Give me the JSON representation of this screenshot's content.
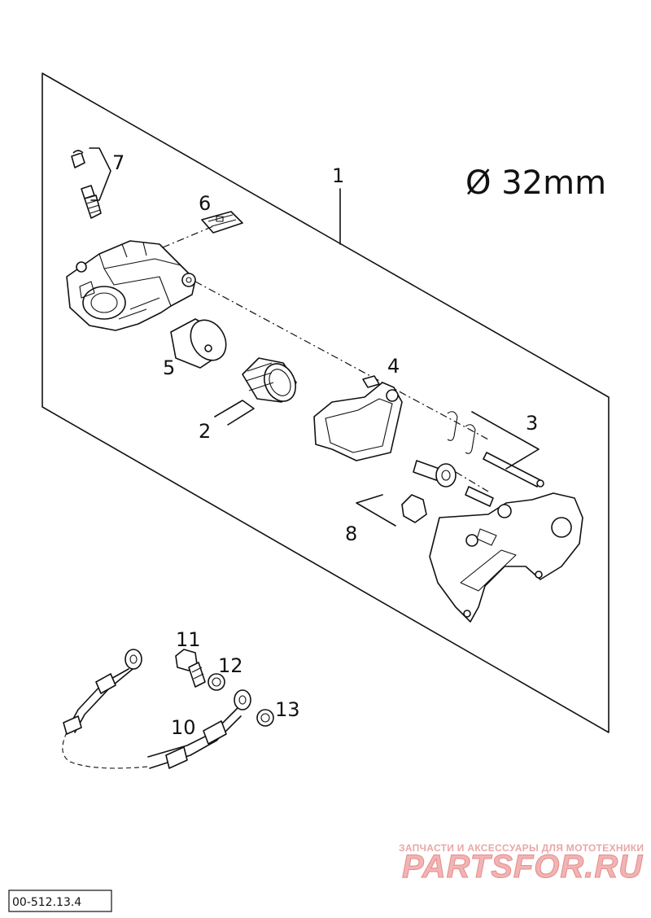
{
  "diameter_label": "Ø 32mm",
  "callouts": {
    "c1": "1",
    "c2": "2",
    "c3": "3",
    "c4": "4",
    "c5": "5",
    "c6": "6",
    "c7": "7",
    "c8": "8",
    "c10": "10",
    "c11": "11",
    "c12": "12",
    "c13": "13"
  },
  "watermark": {
    "tagline": "ЗАПЧАСТИ И АКСЕССУАРЫ ДЛЯ МОТОТЕХНИКИ",
    "brand": "PARTSFOR.RU",
    "color": "#f2b3b3"
  },
  "diagram_code": "00-512.13.4"
}
